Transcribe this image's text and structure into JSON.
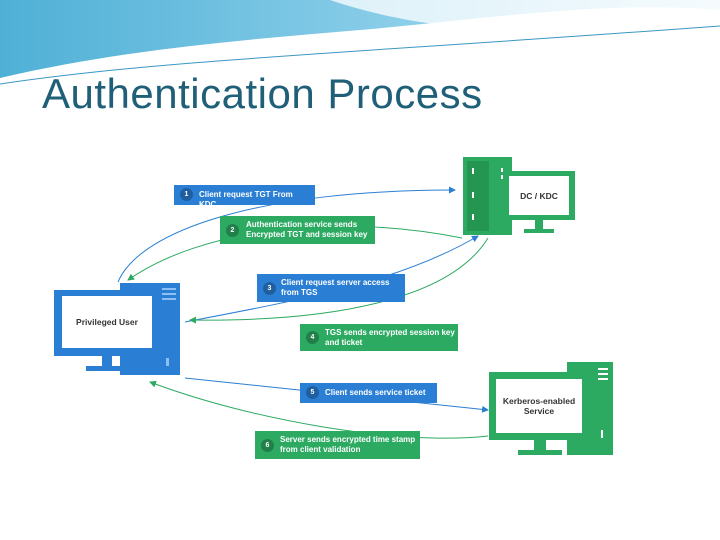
{
  "slide": {
    "title": "Authentication Process"
  },
  "nodes": {
    "kdc": {
      "label": "DC / KDC",
      "icon": "server-monitor-icon"
    },
    "user": {
      "label": "Privileged User",
      "icon": "desktop-computer-icon"
    },
    "service": {
      "label": "Kerberos-enabled Service",
      "icon": "server-monitor-icon"
    }
  },
  "steps": [
    {
      "number": "1",
      "text": "Client request TGT From KDC",
      "color": "#2a7fd4"
    },
    {
      "number": "2",
      "text": "Authentication service sends Encrypted TGT and session key",
      "color": "#2daa62"
    },
    {
      "number": "3",
      "text": "Client request server access from TGS",
      "color": "#2a7fd4"
    },
    {
      "number": "4",
      "text": "TGS sends encrypted session key and ticket",
      "color": "#2daa62"
    },
    {
      "number": "5",
      "text": "Client sends service ticket",
      "color": "#2a7fd4"
    },
    {
      "number": "6",
      "text": "Server sends encrypted time stamp from client validation",
      "color": "#2daa62"
    }
  ],
  "colors": {
    "blue": "#2a7fd4",
    "green": "#2daa62",
    "title": "#1f5f78"
  }
}
